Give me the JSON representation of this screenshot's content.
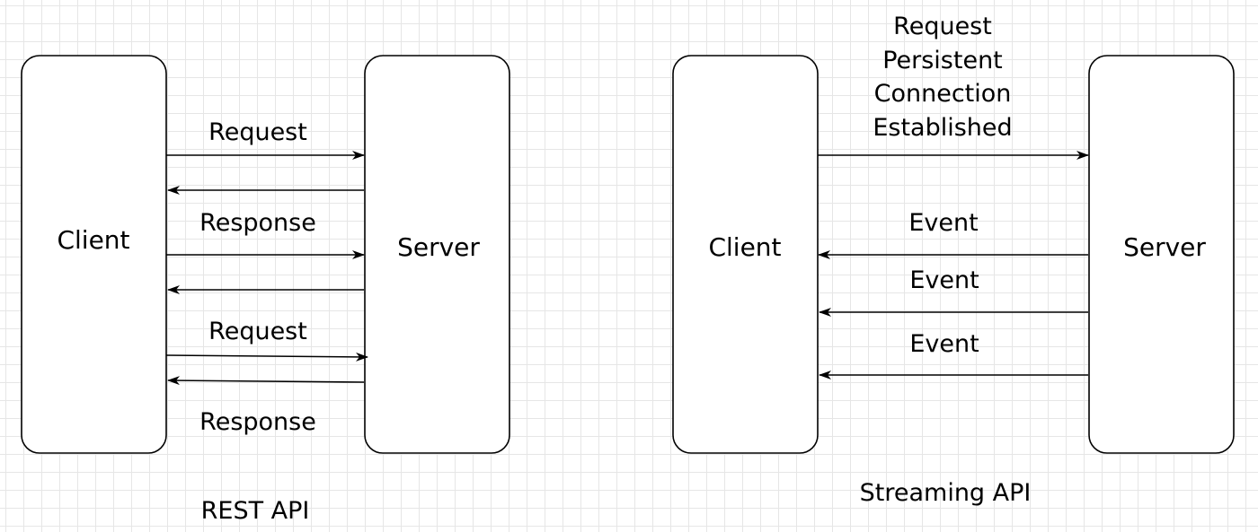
{
  "rest": {
    "client_label": "Client",
    "server_label": "Server",
    "request_1": "Request",
    "response_1": "Response",
    "request_2": "Request",
    "response_2": "Response",
    "caption": "REST API"
  },
  "streaming": {
    "client_label": "Client",
    "server_label": "Server",
    "connect_line_1": "Request",
    "connect_line_2": "Persistent",
    "connect_line_3": "Connection",
    "connect_line_4": "Established",
    "event_1": "Event",
    "event_2": "Event",
    "event_3": "Event",
    "caption": "Streaming API"
  }
}
